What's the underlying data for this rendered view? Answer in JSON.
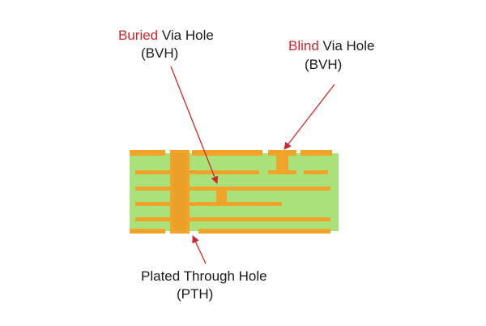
{
  "labels": {
    "buried": {
      "highlight": "Buried",
      "rest": " Via Hole",
      "abbr": "(BVH)"
    },
    "blind": {
      "highlight": "Blind",
      "rest": " Via Hole",
      "abbr": "(BVH)"
    },
    "pth": {
      "line1": "Plated Through Hole",
      "line2": "(PTH)"
    }
  },
  "colors": {
    "substrate": "#a9e27a",
    "copper": "#f2a32a",
    "arrow": "#d0262a",
    "highlight_text": "#d0262a",
    "text": "#1a1a1a"
  }
}
